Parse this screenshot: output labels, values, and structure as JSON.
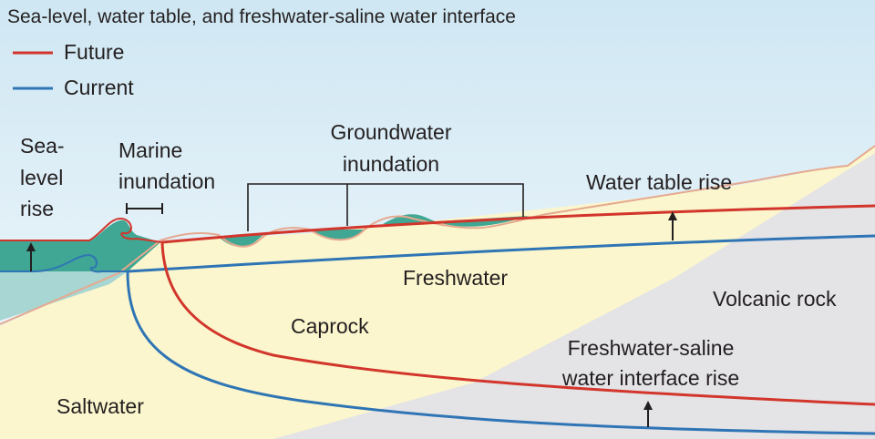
{
  "title": "Sea-level, water table, and freshwater-saline water interface",
  "legend": {
    "future": {
      "label": "Future",
      "color": "#d2352b"
    },
    "current": {
      "label": "Current",
      "color": "#2f75b5"
    }
  },
  "labels": {
    "sea_level_rise": [
      "Sea-",
      "level",
      "rise"
    ],
    "marine_inundation": [
      "Marine",
      "inundation"
    ],
    "groundwater_inundation": [
      "Groundwater",
      "inundation"
    ],
    "water_table_rise": "Water table rise",
    "freshwater": "Freshwater",
    "caprock": "Caprock",
    "volcanic_rock": "Volcanic rock",
    "interface_rise": [
      "Freshwater-saline",
      "water interface rise"
    ],
    "saltwater": "Saltwater"
  },
  "colors": {
    "sky_top": "#cfe7f3",
    "sky_bottom": "#f4f9fc",
    "freshwater_fill": "#fbf6cd",
    "saltwater_fill": "#fbf6cd",
    "volcanic_fill": "#e4e3e6",
    "sea_future": "#3fa793",
    "sea_current": "#a8d6d2",
    "ground_surface": "#e5a98f"
  }
}
